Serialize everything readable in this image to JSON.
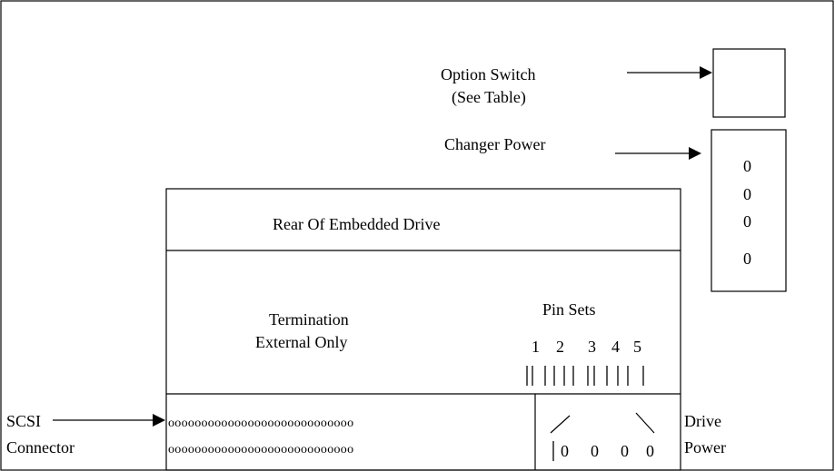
{
  "labels": {
    "option_switch": "Option Switch",
    "option_switch_note": "(See Table)",
    "changer_power": "Changer Power",
    "rear_of_drive": "Rear Of  Embedded Drive",
    "termination_1": "Termination",
    "termination_2": "External Only",
    "pin_sets": "Pin Sets",
    "pin_numbers": [
      "1",
      "2",
      "3",
      "4",
      "5"
    ],
    "scsi_1": "SCSI",
    "scsi_2": "Connector",
    "drive_power_1": "Drive",
    "drive_power_2": "Power"
  },
  "changer_power_pins": [
    "0",
    "0",
    "0",
    "0"
  ],
  "connector_rows": [
    "oooooooooooooooooooooooooooo",
    "oooooooooooooooooooooooooooo"
  ],
  "drive_power_pins": [
    "0",
    "0",
    "0"
  ]
}
